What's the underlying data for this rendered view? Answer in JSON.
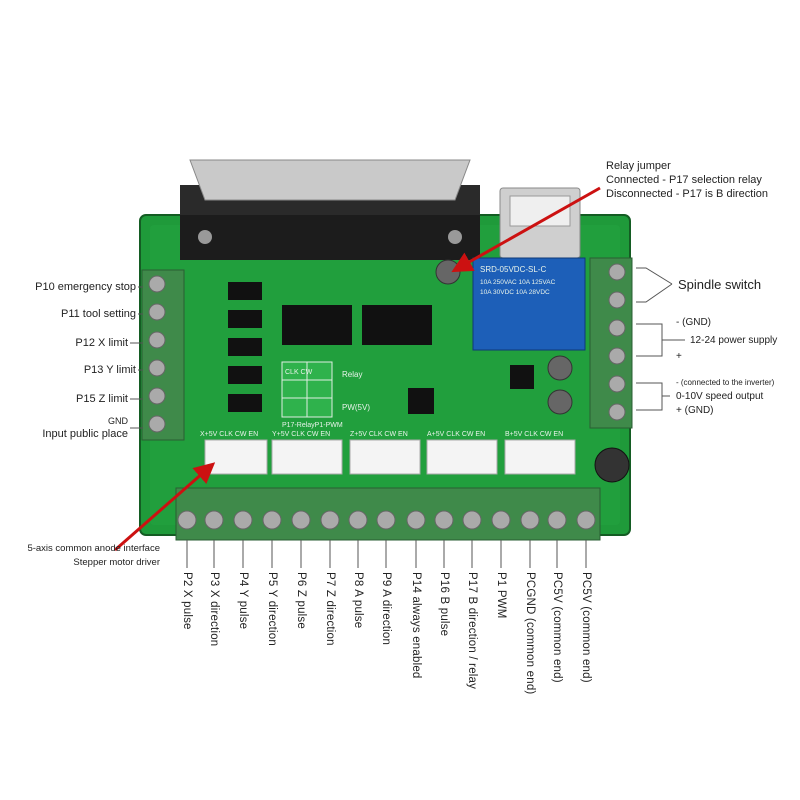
{
  "relay": {
    "title": "Relay jumper",
    "line1": "Connected - P17 selection relay",
    "line2": "Disconnected - P17 is B direction",
    "part_line1": "SRD-05VDC-SL-C",
    "part_line2": "10A 250VAC 10A 125VAC",
    "part_line3": "10A 30VDC 10A 28VDC"
  },
  "left_labels": [
    "P10 emergency stop",
    "P11 tool setting",
    "P12 X limit",
    "P13 Y limit",
    "P15 Z limit"
  ],
  "gnd": {
    "line1": "GND",
    "line2": "Input public place"
  },
  "right_labels": {
    "spindle": "Spindle switch",
    "gnd_top": "- (GND)",
    "power": "12-24 power supply",
    "plus_top": "+",
    "inverter": "- (connected to the inverter)",
    "speed": "0-10V speed output",
    "gnd_bottom": "+ (GND)"
  },
  "driver": {
    "line1": "5-axis common anode interface",
    "line2": "Stepper motor driver"
  },
  "bottom_labels": [
    "P2 X pulse",
    "P3 X direction",
    "P4 Y pulse",
    "P5 Y direction",
    "P6 Z pulse",
    "P7 Z direction",
    "P8 A pulse",
    "P9 A direction",
    "P14 always enabled",
    "P16 B pulse",
    "P17 B direction / relay",
    "P1  PWM",
    "PCGND (common end)",
    "PC5V (common end)",
    "PC5V (common end)"
  ],
  "silkscreen": {
    "axes": [
      "X+5V CLK CW EN",
      "Y+5V CLK CW EN",
      "Z+5V CLK CW EN",
      "A+5V CLK CW EN",
      "B+5V CLK CW EN"
    ],
    "relay_text": "Relay",
    "pwr_text": "PW(5V)",
    "table_header": "CLK CW",
    "table_caption": "P17-RelayP1-PWM"
  },
  "colors": {
    "board": "#1f9a3a",
    "terminal": "#3f8a4a",
    "arrow": "#cc1111",
    "relay": "#1d5fb8"
  }
}
